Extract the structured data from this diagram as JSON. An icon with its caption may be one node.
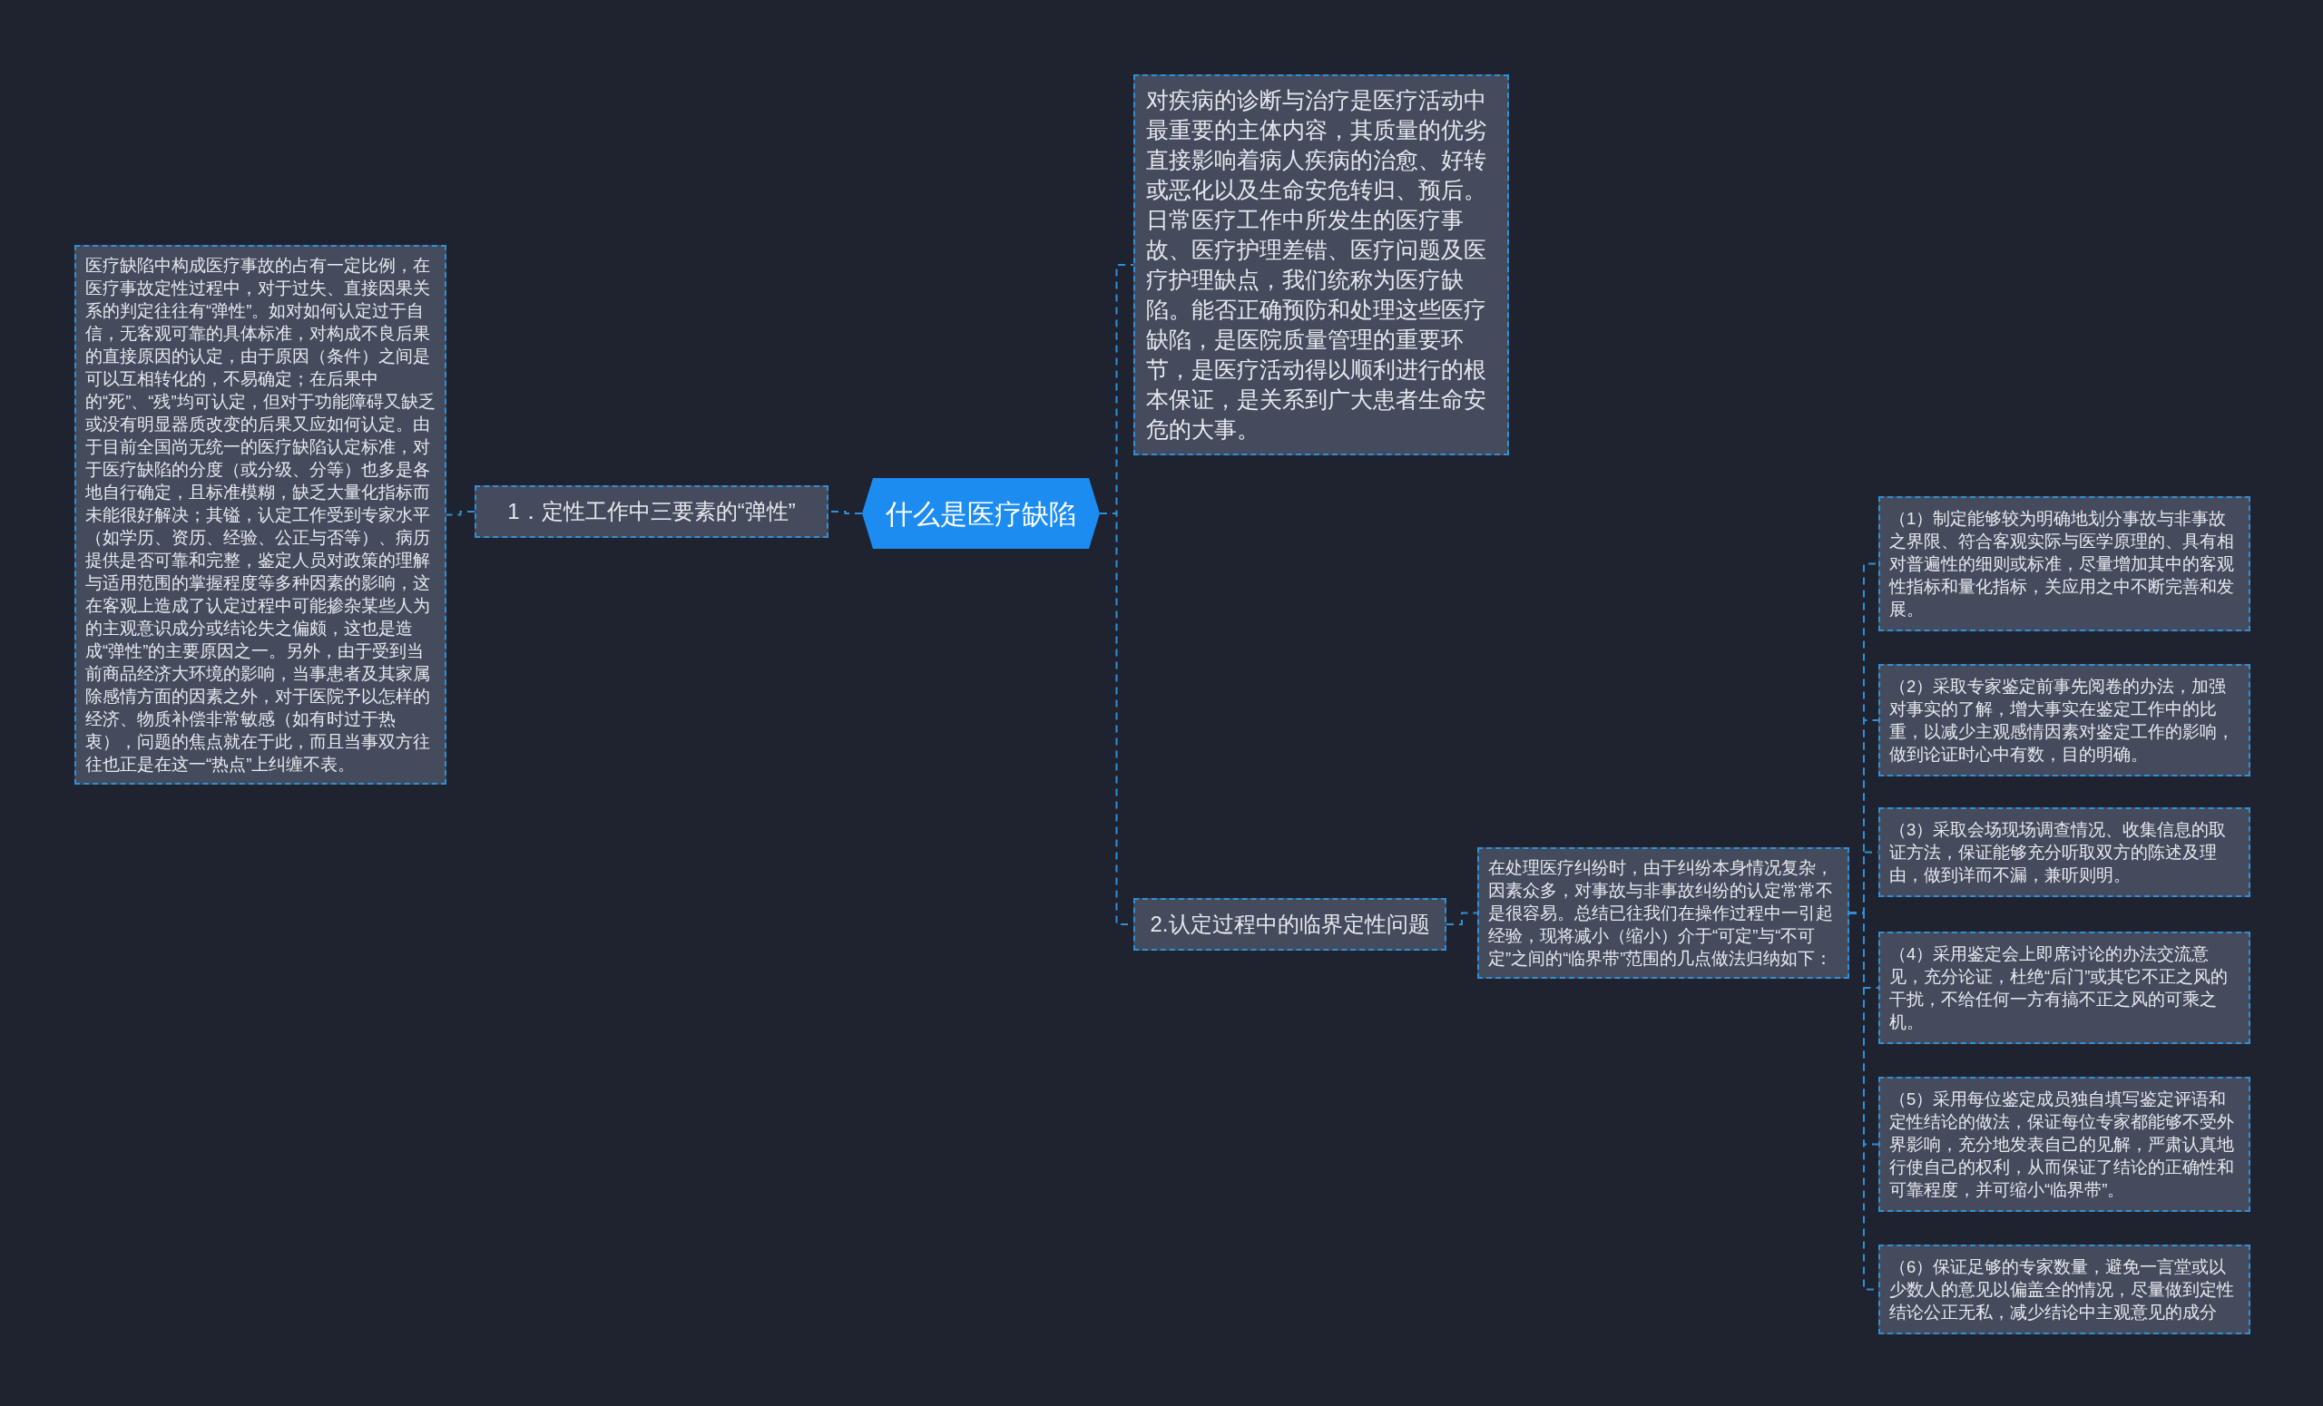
{
  "diagram": {
    "nodes": [
      {
        "text": [
          "什么是医疗缺陷"
        ]
      },
      {
        "text": [
          "1．定性工作中三要素的“弹性”"
        ]
      },
      {
        "text": [
          "医疗缺陷中构成医疗事故的占有一定比例，在医疗事故定性过程中，对于过失、直接因果关系的判定往往有“弹性”。如对如何认定过于自信，无客观可靠的具体标准，对构成不良后果的直接原因的认定，由于原因（条件）之间是可以互相转化的，不易确定；在后果中的“死”、“残”均可认定，但对于功能障碍又缺乏或没有明显器质改变的后果又应如何认定。由于目前全国尚无统一的医疗缺陷认定标准，对于医疗缺陷的分度（或分级、分等）也多是各地自行确定，且标准模糊，缺乏大量化指标而未能很好解决；其镒，认定工作受到专家水平（如学历、资历、经验、公正与否等）、病历提供是否可靠和完整，鉴定人员对政策的理解与适用范围的掌握程度等多种因素的影响，这在客观上造成了认定过程中可能掺杂某些人为的主观意识成分或结论失之偏颇，这也是造成“弹性”的主要原因之一。另外，由于受到当前商品经济大环境的影响，当事患者及其家属除感情方面的因素之外，对于医院予以怎样的经济、物质补偿非常敏感（如有时过于热衷），问题的焦点就在于此，而且当事双方往往也正是在这一“热点”上纠缠不表。"
        ]
      },
      {
        "text": [
          "对疾病的诊断与治疗是医疗活动中最重要的主体内容，其质量的优劣直接影响着病人疾病的治愈、好转或恶化以及生命安危转归、预后。日常医疗工作中所发生的医疗事故、医疗护理差错、医疗问题及医疗护理缺点，我们统称为医疗缺陷。能否正确预防和处理这些医疗缺陷，是医院质量管理的重要环节，是医疗活动得以顺利进行的根本保证，是关系到广大患者生命安危的大事。"
        ]
      },
      {
        "text": [
          "2.认定过程中的临界定性问题"
        ]
      },
      {
        "text": [
          "在处理医疗纠纷时，由于纠纷本身情况复杂，因素众多，对事故与非事故纠纷的认定常常不是很容易。总结已往我们在操作过程中一引起经验，现将减小（缩小）介于“可定”与“不可定”之间的“临界带”范围的几点做法归纳如下："
        ]
      },
      {
        "text": [
          "（1）制定能够较为明确地划分事故与非事故之界限、符合客观实际与医学原理的、具有相对普遍性的细则或标准，尽量增加其中的客观性指标和量化指标，关应用之中不断完善和发展。"
        ]
      },
      {
        "text": [
          "（2）采取专家鉴定前事先阅卷的办法，加强对事实的了解，增大事实在鉴定工作中的比重，以减少主观感情因素对鉴定工作的影响，做到论证时心中有数，目的明确。"
        ]
      },
      {
        "text": [
          "（3）采取会场现场调查情况、收集信息的取证方法，保证能够充分听取双方的陈述及理由，做到详而不漏，兼听则明。"
        ]
      },
      {
        "text": [
          "（4）采用鉴定会上即席讨论的办法交流意见，充分论证，杜绝“后门”或其它不正之风的干扰，不给任何一方有搞不正之风的可乘之机。"
        ]
      },
      {
        "text": [
          "（5）采用每位鉴定成员独自填写鉴定评语和定性结论的做法，保证每位专家都能够不受外界影响，充分地发表自己的见解，严肃认真地行使自己的权利，从而保证了结论的正确性和可靠程度，并可缩小“临界带”。"
        ]
      },
      {
        "text": [
          "（6）保证足够的专家数量，避免一言堂或以少数人的意见以偏盖全的情况，尽量做到定性结论公正无私，减少结论中主观意见的成分"
        ]
      }
    ],
    "edges": [
      {
        "from": 0,
        "to": 1,
        "arrow": "none",
        "style": "dashed"
      },
      {
        "from": 1,
        "to": 2,
        "arrow": "none",
        "style": "dashed"
      },
      {
        "from": 0,
        "to": 3,
        "arrow": "none",
        "style": "dashed"
      },
      {
        "from": 0,
        "to": 4,
        "arrow": "none",
        "style": "dashed"
      },
      {
        "from": 4,
        "to": 5,
        "arrow": "none",
        "style": "dashed"
      },
      {
        "from": 5,
        "to": 6,
        "arrow": "none",
        "style": "dashed"
      },
      {
        "from": 5,
        "to": 7,
        "arrow": "none",
        "style": "dashed"
      },
      {
        "from": 5,
        "to": 8,
        "arrow": "none",
        "style": "dashed"
      },
      {
        "from": 5,
        "to": 9,
        "arrow": "none",
        "style": "dashed"
      },
      {
        "from": 5,
        "to": 10,
        "arrow": "none",
        "style": "dashed"
      },
      {
        "from": 5,
        "to": 11,
        "arrow": "none",
        "style": "dashed"
      }
    ]
  }
}
